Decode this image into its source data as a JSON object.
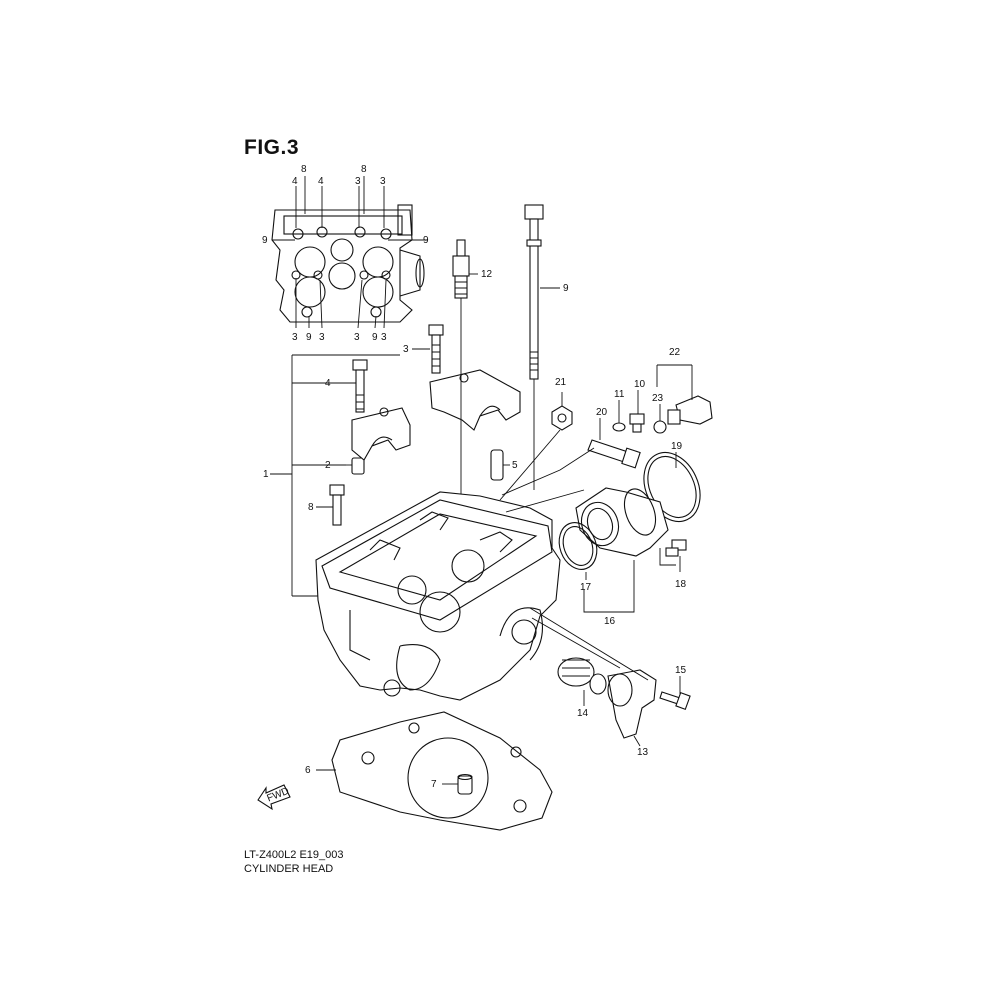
{
  "figure": {
    "title": "FIG.3",
    "code": "LT-Z400L2 E19_003",
    "name": "CYLINDER HEAD"
  },
  "callouts": [
    {
      "id": "c1",
      "label": "1"
    },
    {
      "id": "c2",
      "label": "2"
    },
    {
      "id": "c3",
      "label": "3"
    },
    {
      "id": "c4",
      "label": "4"
    },
    {
      "id": "c5",
      "label": "5"
    },
    {
      "id": "c6",
      "label": "6"
    },
    {
      "id": "c7",
      "label": "7"
    },
    {
      "id": "c8",
      "label": "8"
    },
    {
      "id": "c9",
      "label": "9"
    },
    {
      "id": "c10",
      "label": "10"
    },
    {
      "id": "c11",
      "label": "11"
    },
    {
      "id": "c12",
      "label": "12"
    },
    {
      "id": "c13",
      "label": "13"
    },
    {
      "id": "c14",
      "label": "14"
    },
    {
      "id": "c15",
      "label": "15"
    },
    {
      "id": "c16",
      "label": "16"
    },
    {
      "id": "c17",
      "label": "17"
    },
    {
      "id": "c18",
      "label": "18"
    },
    {
      "id": "c19",
      "label": "19"
    },
    {
      "id": "c20",
      "label": "20"
    },
    {
      "id": "c21",
      "label": "21"
    },
    {
      "id": "c22",
      "label": "22"
    },
    {
      "id": "c23",
      "label": "23"
    }
  ],
  "inset_labels": {
    "top": [
      "4",
      "8",
      "4",
      "8",
      "3",
      "3"
    ],
    "left": "9",
    "right": "9",
    "bottom": [
      "3",
      "9",
      "3",
      "3",
      "9",
      "3"
    ]
  },
  "fwd_label": "FWD"
}
